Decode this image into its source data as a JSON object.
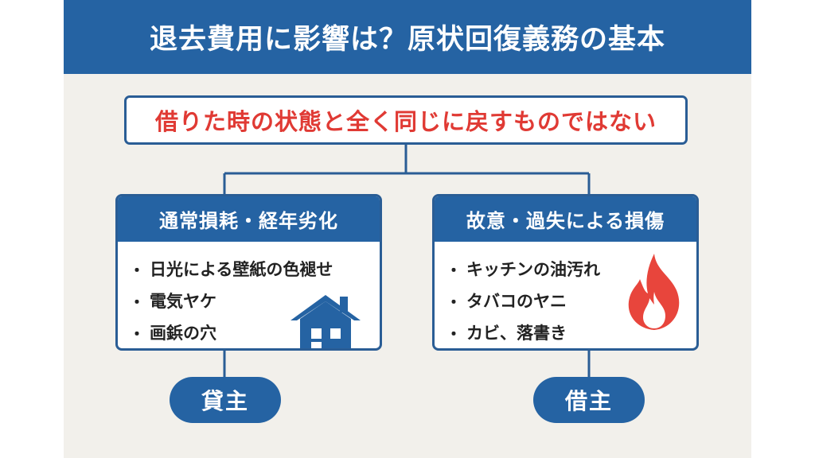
{
  "title": "退去費用に影響は？原状回復義務の基本",
  "principle": "借りた時の状態と全く同じに戻すものではない",
  "categories": [
    {
      "heading": "通常損耗・経年劣化",
      "bullet": "・",
      "items": [
        "日光による壁紙の色褪せ",
        "電気ヤケ",
        "画鋲の穴"
      ],
      "icon": "house-icon",
      "bearer": "貸主"
    },
    {
      "heading": "故意・過失による損傷",
      "bullet": "・",
      "items": [
        "キッチンの油汚れ",
        "タバコのヤニ",
        "カビ、落書き"
      ],
      "icon": "fire-icon",
      "bearer": "借主"
    }
  ],
  "colors": {
    "primary": "#2563a3",
    "accent": "#e03a34",
    "background": "#f2f0eb"
  }
}
